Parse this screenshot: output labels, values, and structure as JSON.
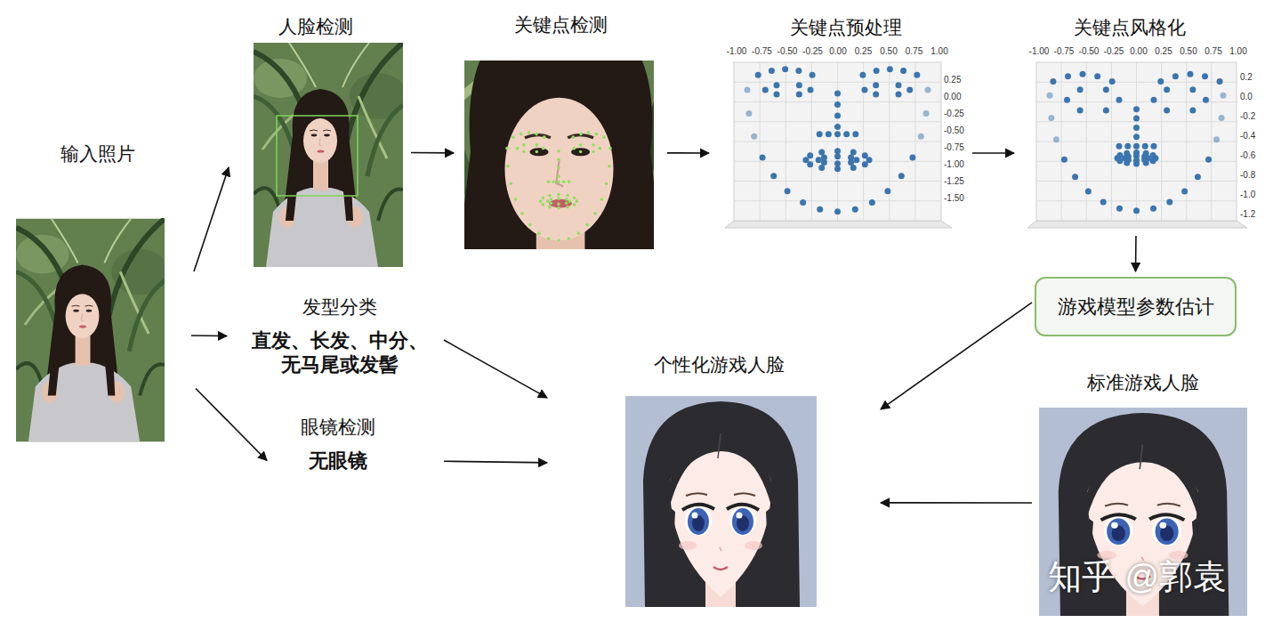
{
  "diagram": {
    "nodes": [
      {
        "text": [
          "输入照片"
        ]
      },
      {
        "text": [
          "人脸检测"
        ]
      },
      {
        "text": [
          "关键点检测"
        ]
      },
      {
        "text": [
          "关键点预处理"
        ]
      },
      {
        "text": [
          "关键点风格化"
        ]
      },
      {
        "text": [
          "游戏模型参数估计"
        ]
      },
      {
        "text": [
          "发型分类",
          "直发、长发、中分、无马尾或发髻"
        ]
      },
      {
        "text": [
          "眼镜检测",
          "无眼镜"
        ]
      },
      {
        "text": [
          "个性化游戏人脸"
        ]
      },
      {
        "text": [
          "标准游戏人脸"
        ]
      }
    ],
    "edges": [
      {
        "from": 0,
        "to": 1,
        "arrow": "to"
      },
      {
        "from": 1,
        "to": 2,
        "arrow": "to"
      },
      {
        "from": 2,
        "to": 3,
        "arrow": "to"
      },
      {
        "from": 3,
        "to": 4,
        "arrow": "to"
      },
      {
        "from": 4,
        "to": 5,
        "arrow": "to"
      },
      {
        "from": 5,
        "to": 8,
        "arrow": "to"
      },
      {
        "from": 9,
        "to": 8,
        "arrow": "to"
      },
      {
        "from": 0,
        "to": 6,
        "arrow": "to"
      },
      {
        "from": 0,
        "to": 7,
        "arrow": "to"
      },
      {
        "from": 6,
        "to": 8,
        "arrow": "to"
      },
      {
        "from": 7,
        "to": 8,
        "arrow": "to"
      }
    ],
    "labels": [
      "-1.00",
      "-0.75",
      "-0.50",
      "-0.25",
      "0.00",
      "0.25",
      "0.50",
      "0.75",
      "1.00",
      "0.25",
      "0.00",
      "-0.25",
      "-0.50",
      "-0.75",
      "-1.00",
      "-1.25",
      "-1.50",
      "-1.00",
      "-0.75",
      "-0.50",
      "-0.25",
      "0.00",
      "0.25",
      "0.50",
      "0.75",
      "1.00",
      "0.2",
      "0.0",
      "-0.2",
      "-0.4",
      "-0.6",
      "-0.8",
      "-1.0",
      "-1.2",
      "知乎 @郭袁"
    ]
  }
}
